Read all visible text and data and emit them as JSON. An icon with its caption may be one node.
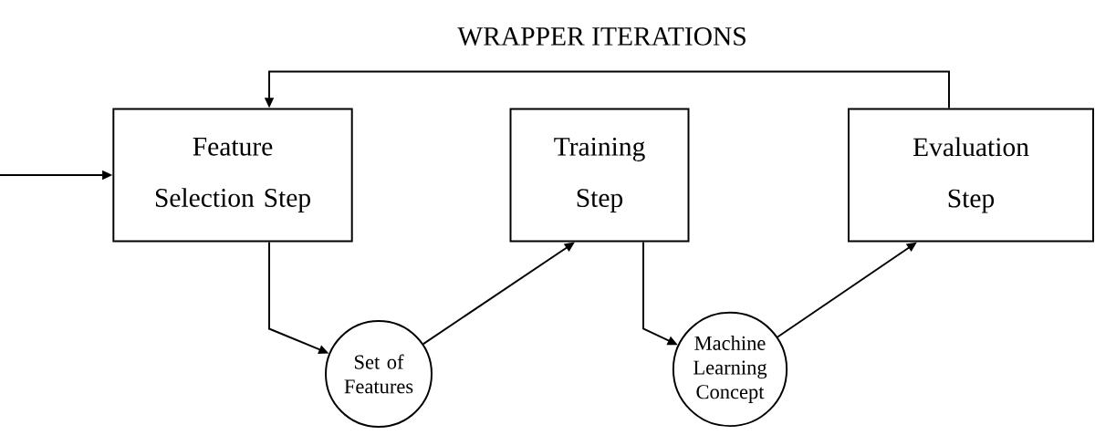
{
  "diagram": {
    "nodes": [
      {
        "text": [
          "Feature Selection Step"
        ]
      },
      {
        "text": [
          "Set of Features"
        ]
      },
      {
        "text": [
          "Training Step"
        ]
      },
      {
        "text": [
          "Machine Learning Concept"
        ]
      },
      {
        "text": [
          "Evaluation Step"
        ]
      }
    ],
    "edges": [
      {
        "from": null,
        "to": 0,
        "arrow": "to"
      },
      {
        "from": 0,
        "to": 1,
        "arrow": "to"
      },
      {
        "from": 1,
        "to": 2,
        "arrow": "to"
      },
      {
        "from": 2,
        "to": 3,
        "arrow": "to"
      },
      {
        "from": 3,
        "to": 4,
        "arrow": "to"
      },
      {
        "from": 4,
        "to": 0,
        "arrow": "to",
        "label": "WRAPPER ITERATIONS"
      }
    ]
  }
}
